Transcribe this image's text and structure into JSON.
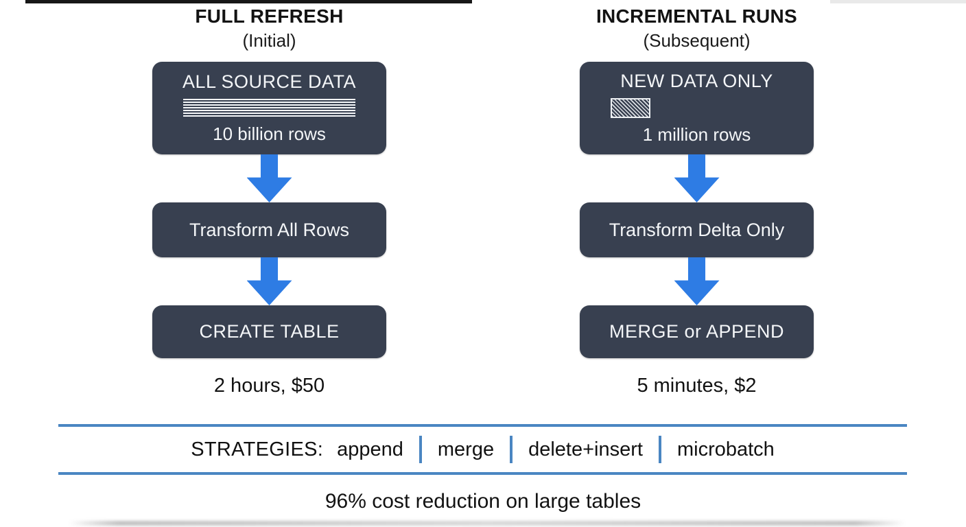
{
  "colors": {
    "node_bg": "#384050",
    "arrow_blue": "#2e7ce4",
    "divider_blue": "#4a86c2",
    "node_text": "#f4f6f8",
    "text_black": "#141414"
  },
  "columns": [
    {
      "title": "FULL REFRESH",
      "subtitle": "(Initial)",
      "source_box": {
        "label": "ALL SOURCE DATA",
        "icon": "table-rows-icon",
        "rows": "10 billion rows"
      },
      "transform_box": "Transform All Rows",
      "output_box": "CREATE TABLE",
      "cost": "2 hours, $50"
    },
    {
      "title": "INCREMENTAL RUNS",
      "subtitle": "(Subsequent)",
      "source_box": {
        "label": "NEW DATA ONLY",
        "icon": "hatched-rect-icon",
        "rows": "1 million rows"
      },
      "transform_box": "Transform Delta Only",
      "output_box": "MERGE or APPEND",
      "cost": "5 minutes, $2"
    }
  ],
  "strategies": {
    "label": "STRATEGIES:",
    "items": [
      "append",
      "merge",
      "delete+insert",
      "microbatch"
    ]
  },
  "footer": "96% cost reduction on large tables"
}
